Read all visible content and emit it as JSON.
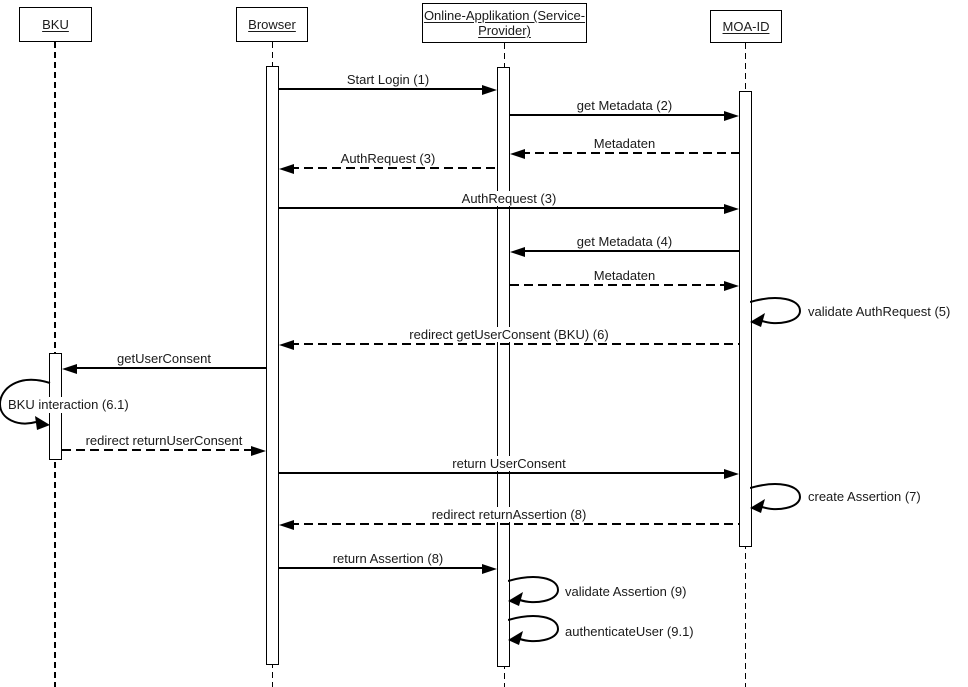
{
  "diagram": {
    "type": "uml-sequence-diagram",
    "colors": {
      "background": "#ffffff",
      "line": "#000000",
      "text": "#1a1a1a"
    },
    "actors": [
      {
        "id": "bku",
        "label": "BKU"
      },
      {
        "id": "browser",
        "label": "Browser"
      },
      {
        "id": "online-applikation",
        "label": "Online-Applikation (Service-Provider)",
        "label_lines": [
          "Online-Applikation (Service-",
          "Provider)"
        ]
      },
      {
        "id": "moa-id",
        "label": "MOA-ID"
      }
    ],
    "messages": [
      {
        "label": "Start Login (1)",
        "from": "Browser",
        "to": "Online-Applikation (Service-Provider)",
        "style": "solid"
      },
      {
        "label": "get Metadata (2)",
        "from": "Online-Applikation (Service-Provider)",
        "to": "MOA-ID",
        "style": "solid"
      },
      {
        "label": "Metadaten",
        "from": "MOA-ID",
        "to": "Online-Applikation (Service-Provider)",
        "style": "dashed"
      },
      {
        "label": "AuthRequest (3)",
        "from": "Online-Applikation (Service-Provider)",
        "to": "Browser",
        "style": "dashed"
      },
      {
        "label": "AuthRequest (3)",
        "from": "Browser",
        "to": "MOA-ID",
        "style": "solid"
      },
      {
        "label": "get Metadata (4)",
        "from": "MOA-ID",
        "to": "Online-Applikation (Service-Provider)",
        "style": "solid"
      },
      {
        "label": "Metadaten",
        "from": "Online-Applikation (Service-Provider)",
        "to": "MOA-ID",
        "style": "dashed"
      },
      {
        "label": "redirect getUserConsent (BKU) (6)",
        "from": "MOA-ID",
        "to": "Browser",
        "style": "dashed"
      },
      {
        "label": "getUserConsent",
        "from": "Browser",
        "to": "BKU",
        "style": "solid"
      },
      {
        "label": "redirect returnUserConsent",
        "from": "BKU",
        "to": "Browser",
        "style": "dashed"
      },
      {
        "label": "return UserConsent",
        "from": "Browser",
        "to": "MOA-ID",
        "style": "solid"
      },
      {
        "label": "redirect returnAssertion (8)",
        "from": "MOA-ID",
        "to": "Browser",
        "style": "dashed"
      },
      {
        "label": "return Assertion (8)",
        "from": "Browser",
        "to": "Online-Applikation (Service-Provider)",
        "style": "solid"
      }
    ],
    "self_messages": [
      {
        "label": "validate AuthRequest (5)",
        "actor": "MOA-ID"
      },
      {
        "label": "BKU interaction (6.1)",
        "actor": "BKU"
      },
      {
        "label": "create Assertion (7)",
        "actor": "MOA-ID"
      },
      {
        "label": "validate Assertion (9)",
        "actor": "Online-Applikation (Service-Provider)"
      },
      {
        "label": "authenticateUser (9.1)",
        "actor": "Online-Applikation (Service-Provider)"
      }
    ]
  }
}
